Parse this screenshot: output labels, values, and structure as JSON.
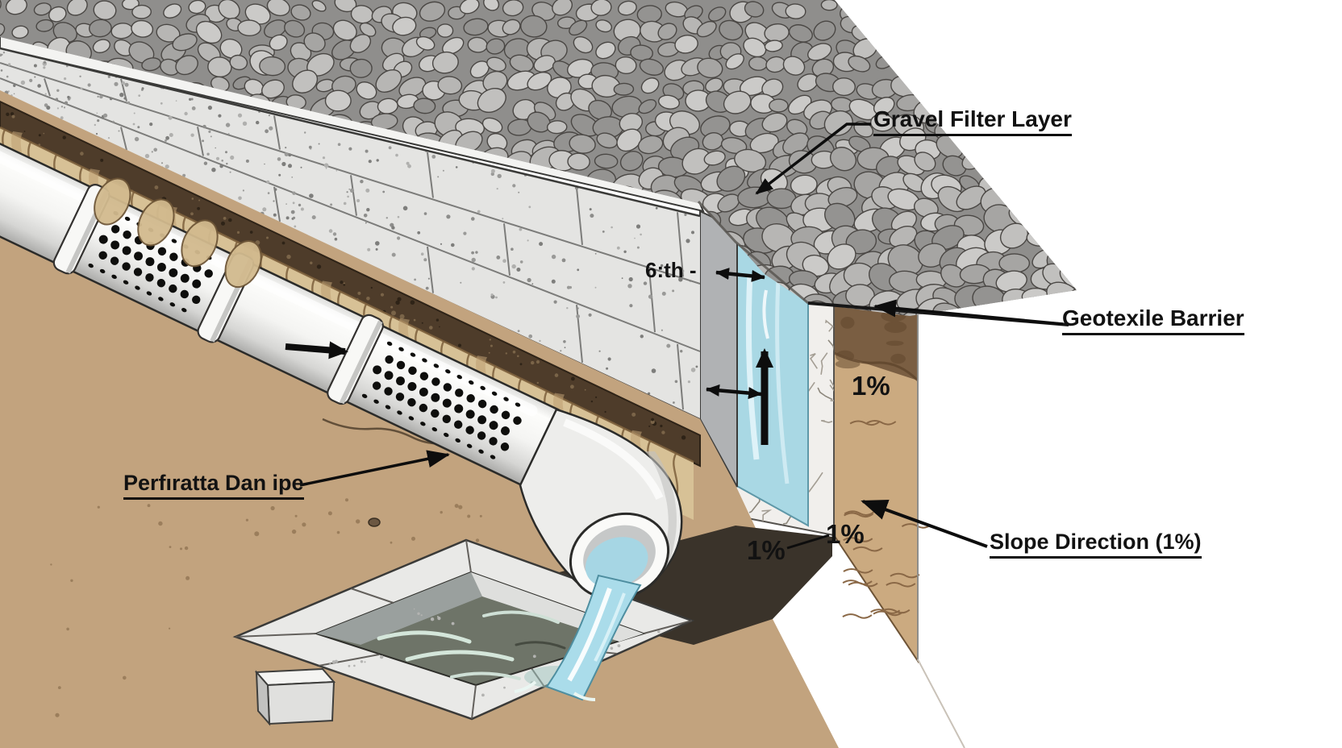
{
  "diagram": {
    "type": "technical-illustration",
    "subject": "Foundation drainage system cross-section",
    "labels": {
      "gravel_filter_layer": "Gravel Filter Layer",
      "geotextile_barrier": "Geotexile Barrier",
      "perforated_drain_pipe": "Perfıratta Dan ipe",
      "slope_direction": "Slope Direction (1%)",
      "wall_dimension_note": "6:th -",
      "slope_percent_soil_upper": "1%",
      "slope_percent_at_pipe": "1%",
      "slope_percent_soil_lower": "1%"
    },
    "colors": {
      "water_blue": "#a9d8e4",
      "soil_tan": "#c2a37e",
      "topsoil_dark_brown": "#4e3c2a",
      "concrete_gray": "#e4e4e2",
      "gravel_gray": "#b0afad",
      "geotextile_tan": "#d7c196",
      "annotation_black": "#111111",
      "background_white": "#ffffff"
    }
  }
}
